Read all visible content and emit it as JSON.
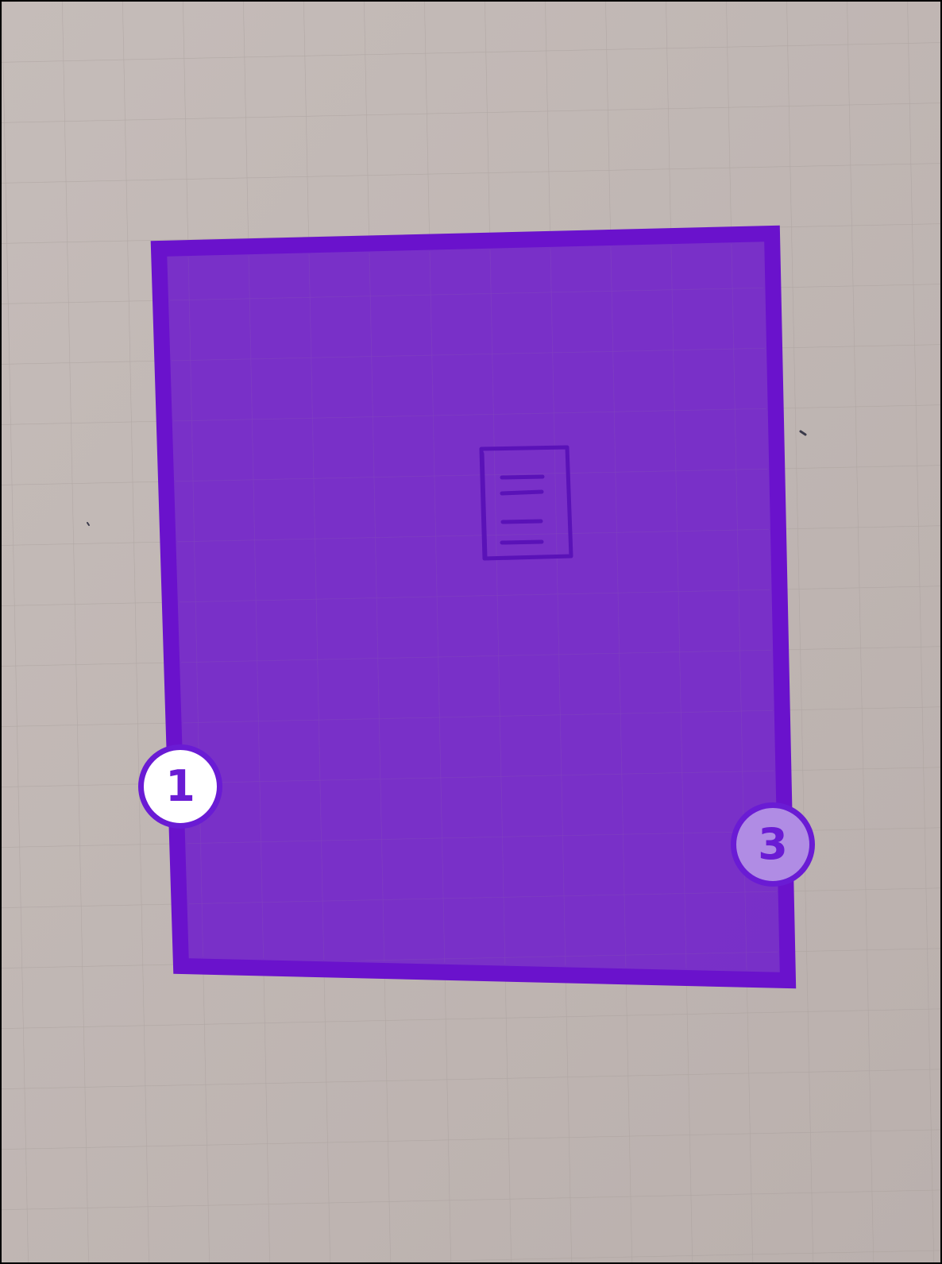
{
  "colors": {
    "paper": "#bdb3b0",
    "paper_light": "#c7bebb",
    "grid_line": "#a79d9a",
    "selection_stroke": "#6a12cc",
    "selection_fill": "#7326c9",
    "marker_fill": "#ffffff",
    "marker_active_fill": "#b08ce4",
    "frame_border": "#000000"
  },
  "markers": [
    {
      "label": "1",
      "state": "default"
    },
    {
      "label": "3",
      "state": "active"
    }
  ],
  "icons": {
    "center": "document-lines-icon"
  }
}
